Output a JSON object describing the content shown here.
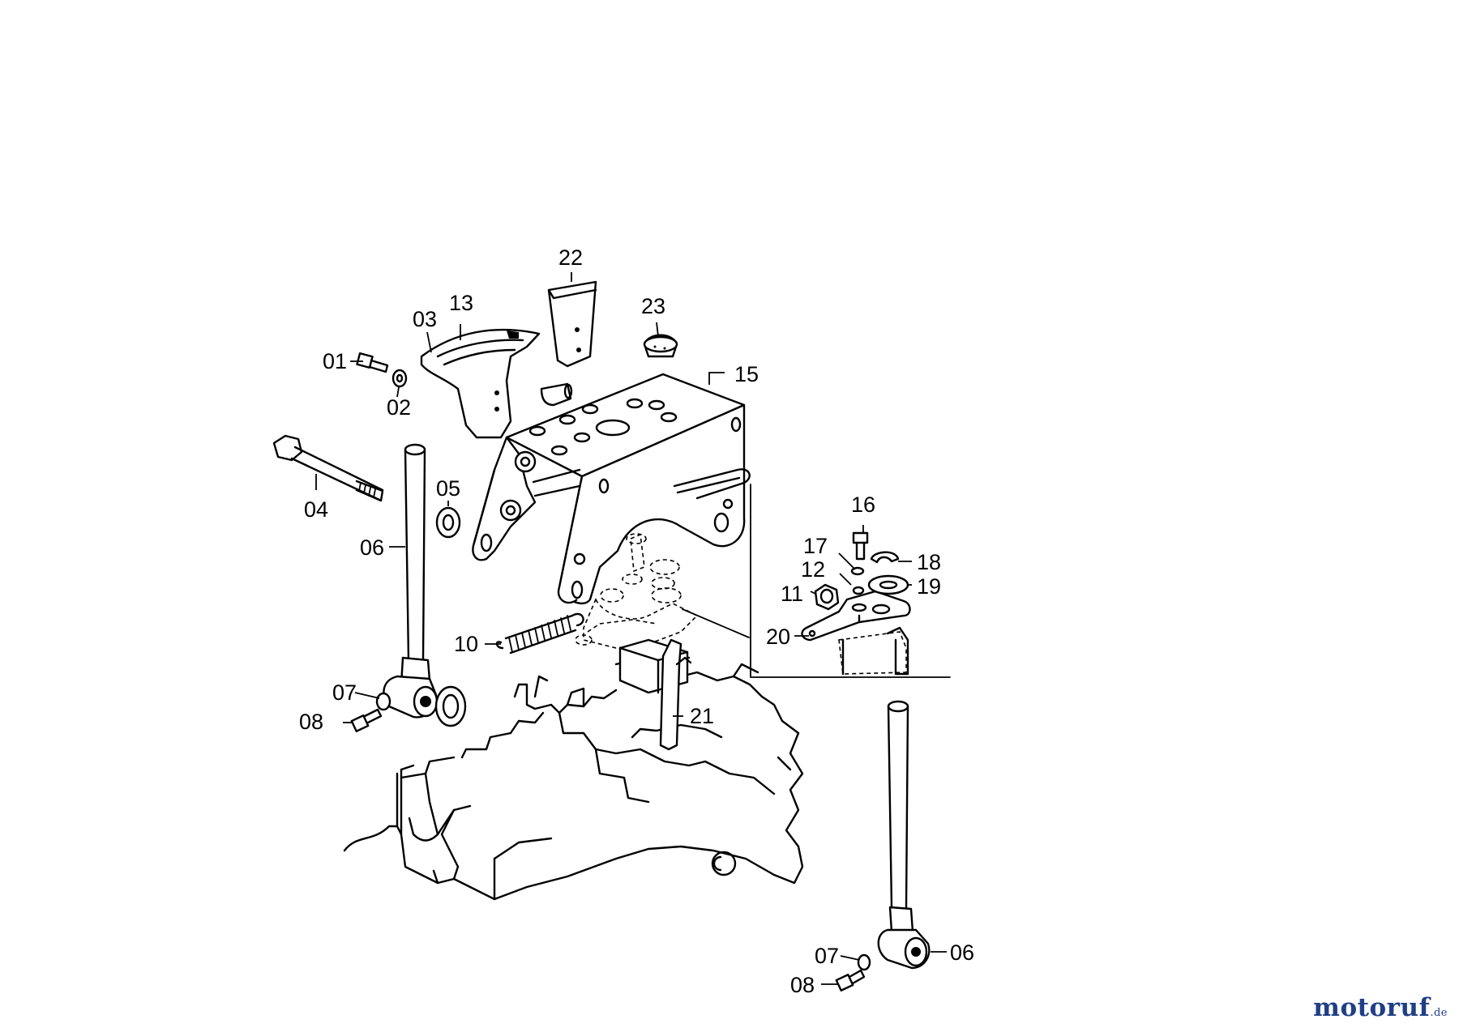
{
  "diagram": {
    "callouts": {
      "c01": "01",
      "c02": "02",
      "c03": "03",
      "c04": "04",
      "c05": "05",
      "c06a": "06",
      "c06b": "06",
      "c07a": "07",
      "c07b": "07",
      "c08a": "08",
      "c08b": "08",
      "c10": "10",
      "c11": "11",
      "c12": "12",
      "c13": "13",
      "c15": "15",
      "c16": "16",
      "c17": "17",
      "c18": "18",
      "c19": "19",
      "c20": "20",
      "c21": "21",
      "c22": "22",
      "c23": "23"
    }
  },
  "watermark": {
    "brand_main": "motoruf",
    "brand_tld": ".de"
  },
  "colors": {
    "line": "#000000",
    "background": "#ffffff",
    "watermark_blue": "#1f3f86",
    "watermark_orange": "#d9541f"
  }
}
